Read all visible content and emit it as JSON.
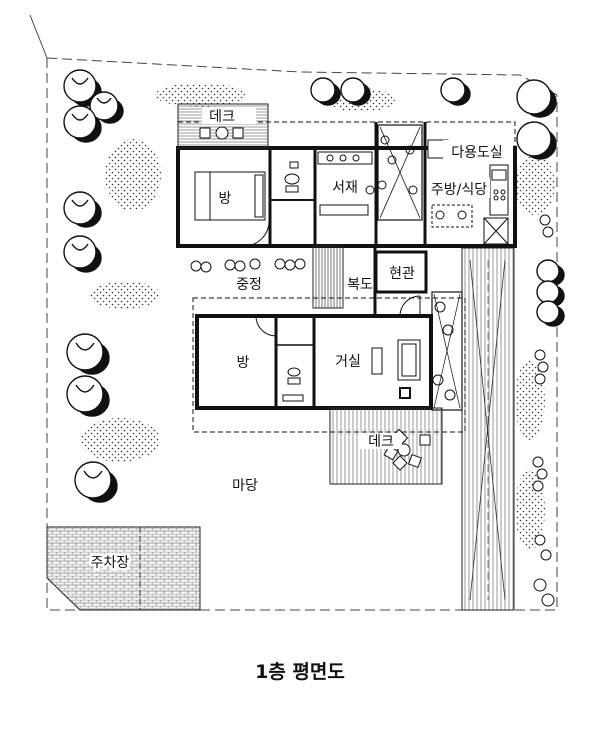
{
  "labels": {
    "deck_top": "데크",
    "room_top": "방",
    "study": "서재",
    "utility": "다용도실",
    "kitchen": "주방/식당",
    "entrance": "현관",
    "hallway": "복도",
    "courtyard": "중정",
    "room_bottom": "방",
    "living": "거실",
    "deck_bottom": "데크",
    "yard": "마당",
    "parking": "주차장"
  },
  "caption": "1층 평면도"
}
